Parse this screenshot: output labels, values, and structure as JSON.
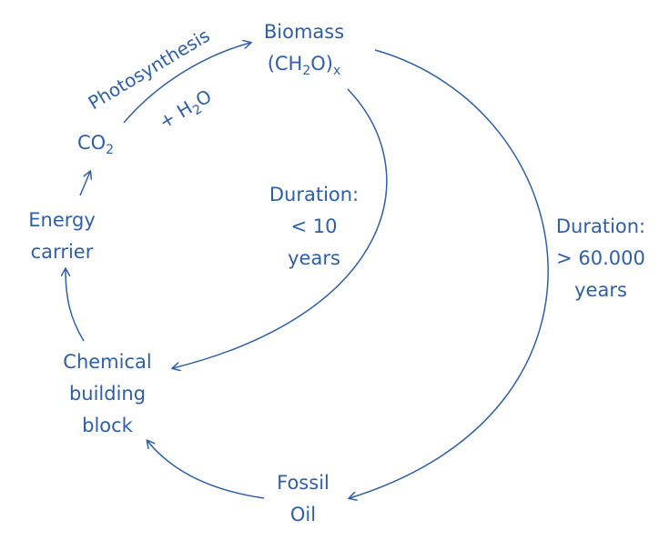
{
  "colors": {
    "primary": "#2E5FA8"
  },
  "nodes": {
    "biomass": {
      "line1": "Biomass",
      "formula_open": "(CH",
      "formula_sub": "2",
      "formula_close": "O)",
      "formula_subx": "x"
    },
    "co2": {
      "main": "CO",
      "sub": "2"
    },
    "energy_carrier": {
      "line1": "Energy",
      "line2": "carrier"
    },
    "chemical": {
      "line1": "Chemical",
      "line2": "building",
      "line3": "block"
    },
    "fossil": {
      "line1": "Fossil",
      "line2": "Oil"
    }
  },
  "edges": {
    "photosynthesis": {
      "label": "Photosynthesis",
      "water_prefix": "+ H",
      "water_sub": "2",
      "water_suffix": "O"
    },
    "short_cycle": {
      "line1": "Duration:",
      "line2": "< 10",
      "line3": "years"
    },
    "long_cycle": {
      "line1": "Duration:",
      "line2": "> 60.000",
      "line3": "years"
    }
  }
}
